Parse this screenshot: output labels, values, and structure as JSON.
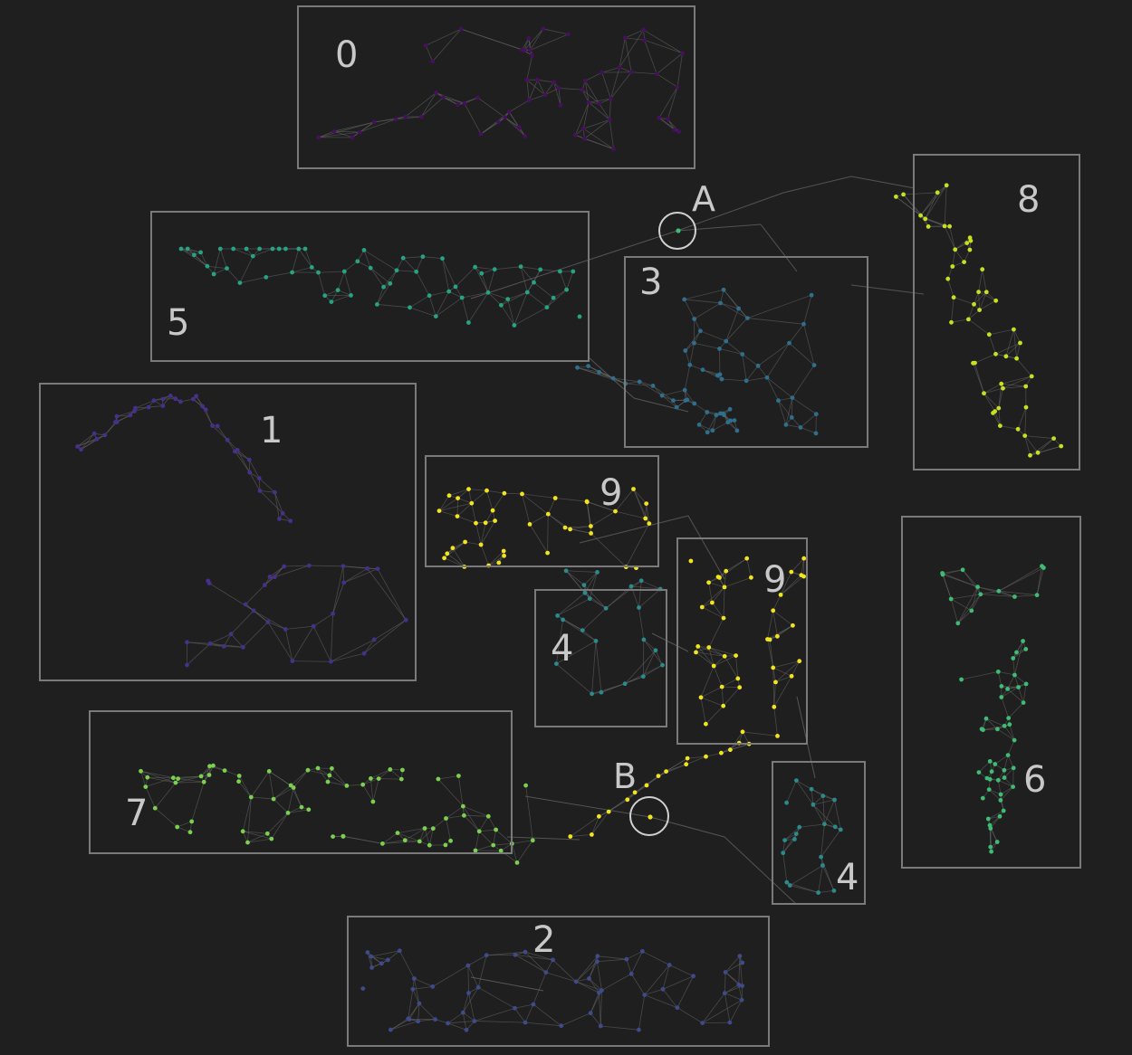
{
  "colors": {
    "background": "#1f1f1f",
    "box_stroke": "#7a7a7a",
    "label": "#c8c8c8",
    "edge": "#6b6b6b",
    "cluster_0": "#46105f",
    "cluster_1": "#472f8c",
    "cluster_2": "#3e4b8a",
    "cluster_3": "#2f6f8e",
    "cluster_4": "#2a8a8c",
    "cluster_5": "#26a382",
    "cluster_6": "#3fbc73",
    "cluster_7": "#7bd04f",
    "cluster_8": "#c9e020",
    "cluster_9": "#f2e51d"
  },
  "clusters": [
    {
      "id": "c0",
      "label": "0",
      "color_key": "cluster_0"
    },
    {
      "id": "c5",
      "label": "5",
      "color_key": "cluster_5"
    },
    {
      "id": "c3",
      "label": "3",
      "color_key": "cluster_3"
    },
    {
      "id": "c8",
      "label": "8",
      "color_key": "cluster_8"
    },
    {
      "id": "c1",
      "label": "1",
      "color_key": "cluster_1"
    },
    {
      "id": "c9a",
      "label": "9",
      "color_key": "cluster_9"
    },
    {
      "id": "c9b",
      "label": "9",
      "color_key": "cluster_9"
    },
    {
      "id": "c4a",
      "label": "4",
      "color_key": "cluster_4"
    },
    {
      "id": "c6",
      "label": "6",
      "color_key": "cluster_6"
    },
    {
      "id": "c7",
      "label": "7",
      "color_key": "cluster_7"
    },
    {
      "id": "c4b",
      "label": "4",
      "color_key": "cluster_4"
    },
    {
      "id": "c2",
      "label": "2",
      "color_key": "cluster_2"
    }
  ],
  "markers": [
    {
      "id": "A",
      "label": "A",
      "color_key": "cluster_6"
    },
    {
      "id": "B",
      "label": "B",
      "color_key": "cluster_9"
    }
  ]
}
